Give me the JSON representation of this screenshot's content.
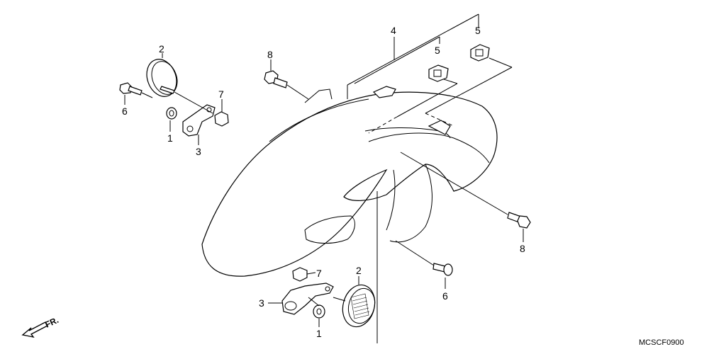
{
  "diagram": {
    "drawing_code": "MCSCF0900",
    "front_indicator": "FR.",
    "callouts": {
      "c4": "4",
      "c5a": "5",
      "c5b": "5",
      "c8_top": "8",
      "c8_right": "8",
      "c2_top": "2",
      "c6_top": "6",
      "c7_top": "7",
      "c1_top": "1",
      "c3_top": "3",
      "c2_bottom": "2",
      "c7_bottom": "7",
      "c3_bottom": "3",
      "c1_bottom": "1",
      "c6_bottom": "6"
    }
  }
}
